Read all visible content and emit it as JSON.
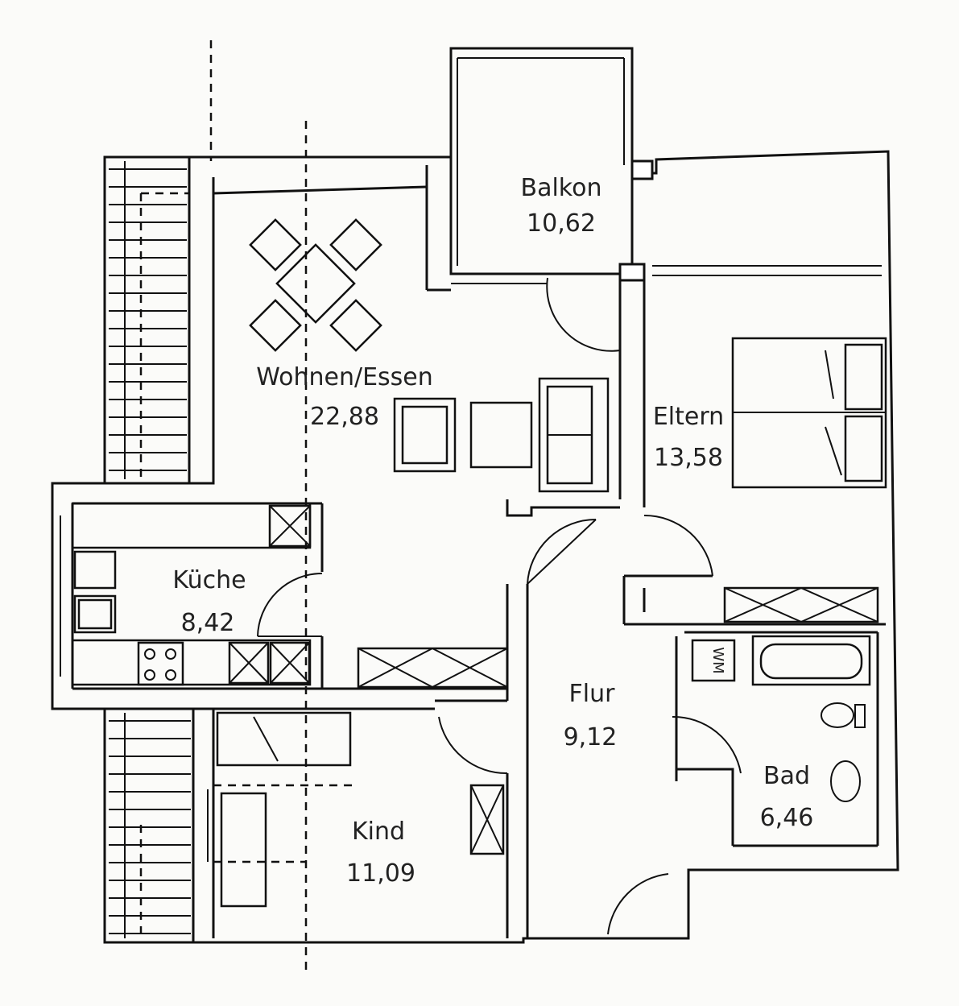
{
  "rooms": {
    "balkon": {
      "name": "Balkon",
      "area": "10,62"
    },
    "wohnen": {
      "name": "Wohnen/Essen",
      "area": "22,88"
    },
    "eltern": {
      "name": "Eltern",
      "area": "13,58"
    },
    "kueche": {
      "name": "Küche",
      "area": "8,42"
    },
    "flur": {
      "name": "Flur",
      "area": "9,12"
    },
    "bad": {
      "name": "Bad",
      "area": "6,46"
    },
    "kind": {
      "name": "Kind",
      "area": "11,09"
    }
  },
  "fixtures": {
    "washing_machine": "WM"
  },
  "colors": {
    "line": "#111111",
    "paper": "#fbfbf9"
  }
}
